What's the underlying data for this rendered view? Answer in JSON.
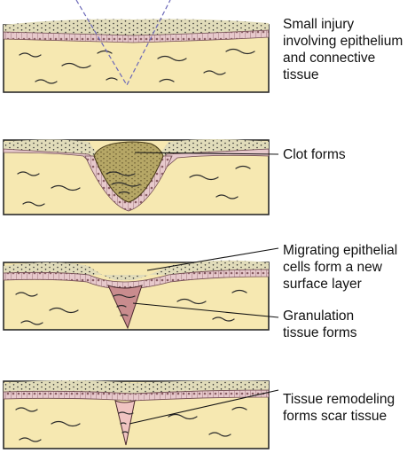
{
  "colors": {
    "tissue": "#F6E8B1",
    "surface_layer": "#E1DCBA",
    "epithelium_band": "#E7C9CC",
    "epithelium_cells": "#B98B91",
    "clot": "#B6A766",
    "granulation": "#C98C8E",
    "scar": "#F0C4C2",
    "injury_guide": "#6B68B8",
    "outline": "#2A2A2A"
  },
  "panels": [
    {
      "id": "injury",
      "caption_lines": [
        "Small injury",
        "involving epithelium",
        "and connective",
        "tissue"
      ]
    },
    {
      "id": "clot",
      "caption_lines": [
        "Clot forms"
      ]
    },
    {
      "id": "migration",
      "caption_lines": [
        "Migrating epithelial",
        "cells form a new",
        "surface layer"
      ]
    },
    {
      "id": "granulation",
      "caption_lines": [
        "Granulation",
        "tissue forms"
      ]
    },
    {
      "id": "remodeling",
      "caption_lines": [
        "Tissue remodeling",
        "forms scar tissue"
      ]
    }
  ]
}
